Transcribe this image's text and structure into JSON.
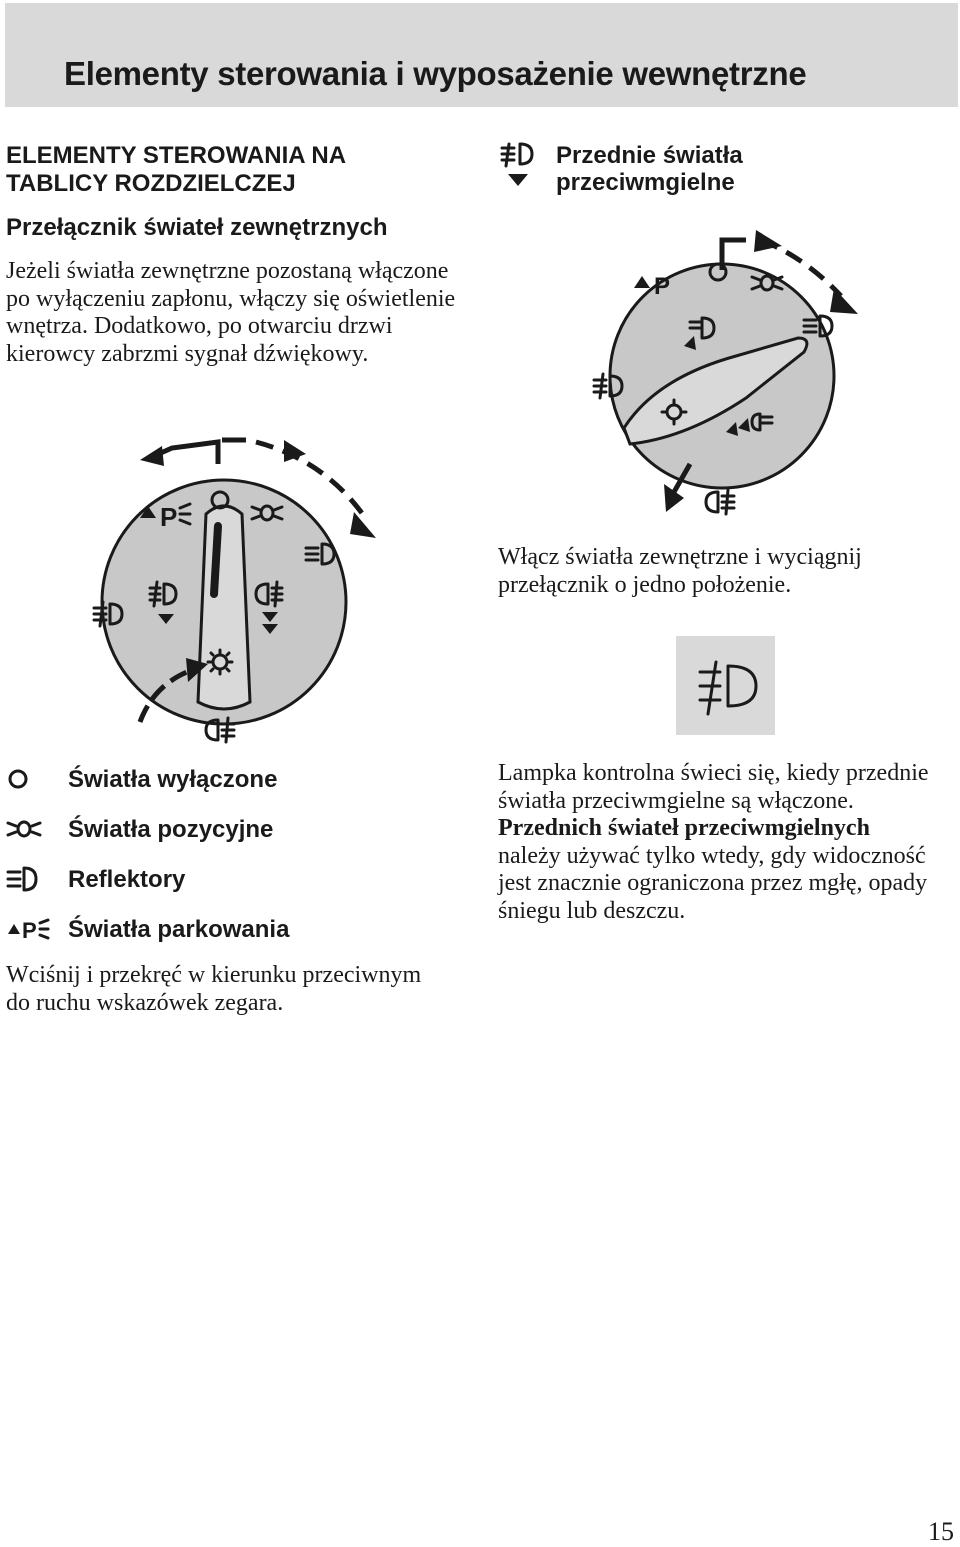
{
  "header": {
    "title": "Elementy sterowania i wyposażenie wewnętrzne"
  },
  "left": {
    "section_heading": "ELEMENTY STEROWANIA NA TABLICY ROZDZIELCZEJ",
    "sub_heading": "Przełącznik świateł zewnętrznych",
    "intro": "Jeżeli światła zewnętrzne pozostaną włączone po wyłączeniu zapłonu, włączy się oświetlenie wnętrza. Dodatkowo, po otwarciu drzwi kierowcy zabrzmi sygnał dźwiękowy.",
    "legend": [
      {
        "icon": "circle-off-icon",
        "label": "Światła wyłączone"
      },
      {
        "icon": "side-lights-icon",
        "label": "Światła pozycyjne"
      },
      {
        "icon": "headlamp-icon",
        "label": "Reflektory"
      },
      {
        "icon": "parking-lights-icon",
        "label": "Światła parkowania"
      }
    ],
    "instruction": "Wciśnij i przekręć w kierunku przeciwnym do ruchu wskazówek zegara."
  },
  "right": {
    "fog_heading": "Przednie światła przeciwmgielne",
    "fog_instruction": "Włącz światła zewnętrzne i wyciągnij przełącznik o jedno położenie.",
    "indicator_text_1": "Lampka kontrolna świeci się, kiedy przednie światła przeciwmgielne są włączone.",
    "indicator_bold": "Przednich świateł przeciwmgielnych",
    "indicator_text_2": "należy używać tylko wtedy, gdy widoczność jest znacznie ograniczona przez mgłę, opady śniegu lub deszczu."
  },
  "diagram_labels": {
    "parking_p": "P"
  },
  "page_number": "15",
  "colors": {
    "header_band": "#d9d9d9",
    "knob_fill": "#c8c8c8",
    "text": "#1a1a1a"
  }
}
